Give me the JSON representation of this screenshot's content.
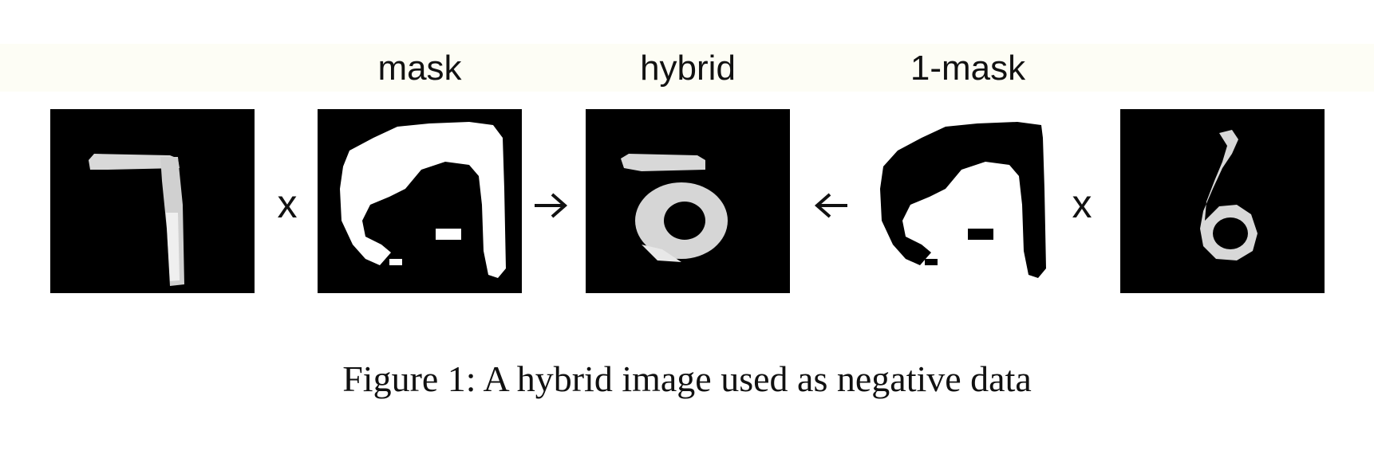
{
  "figure": {
    "titles": {
      "mask": "mask",
      "hybrid": "hybrid",
      "inverse_mask": "1-mask"
    },
    "operators": {
      "multiply_left": "x",
      "multiply_right": "x"
    },
    "caption": "Figure 1: A hybrid image used as negative data"
  }
}
